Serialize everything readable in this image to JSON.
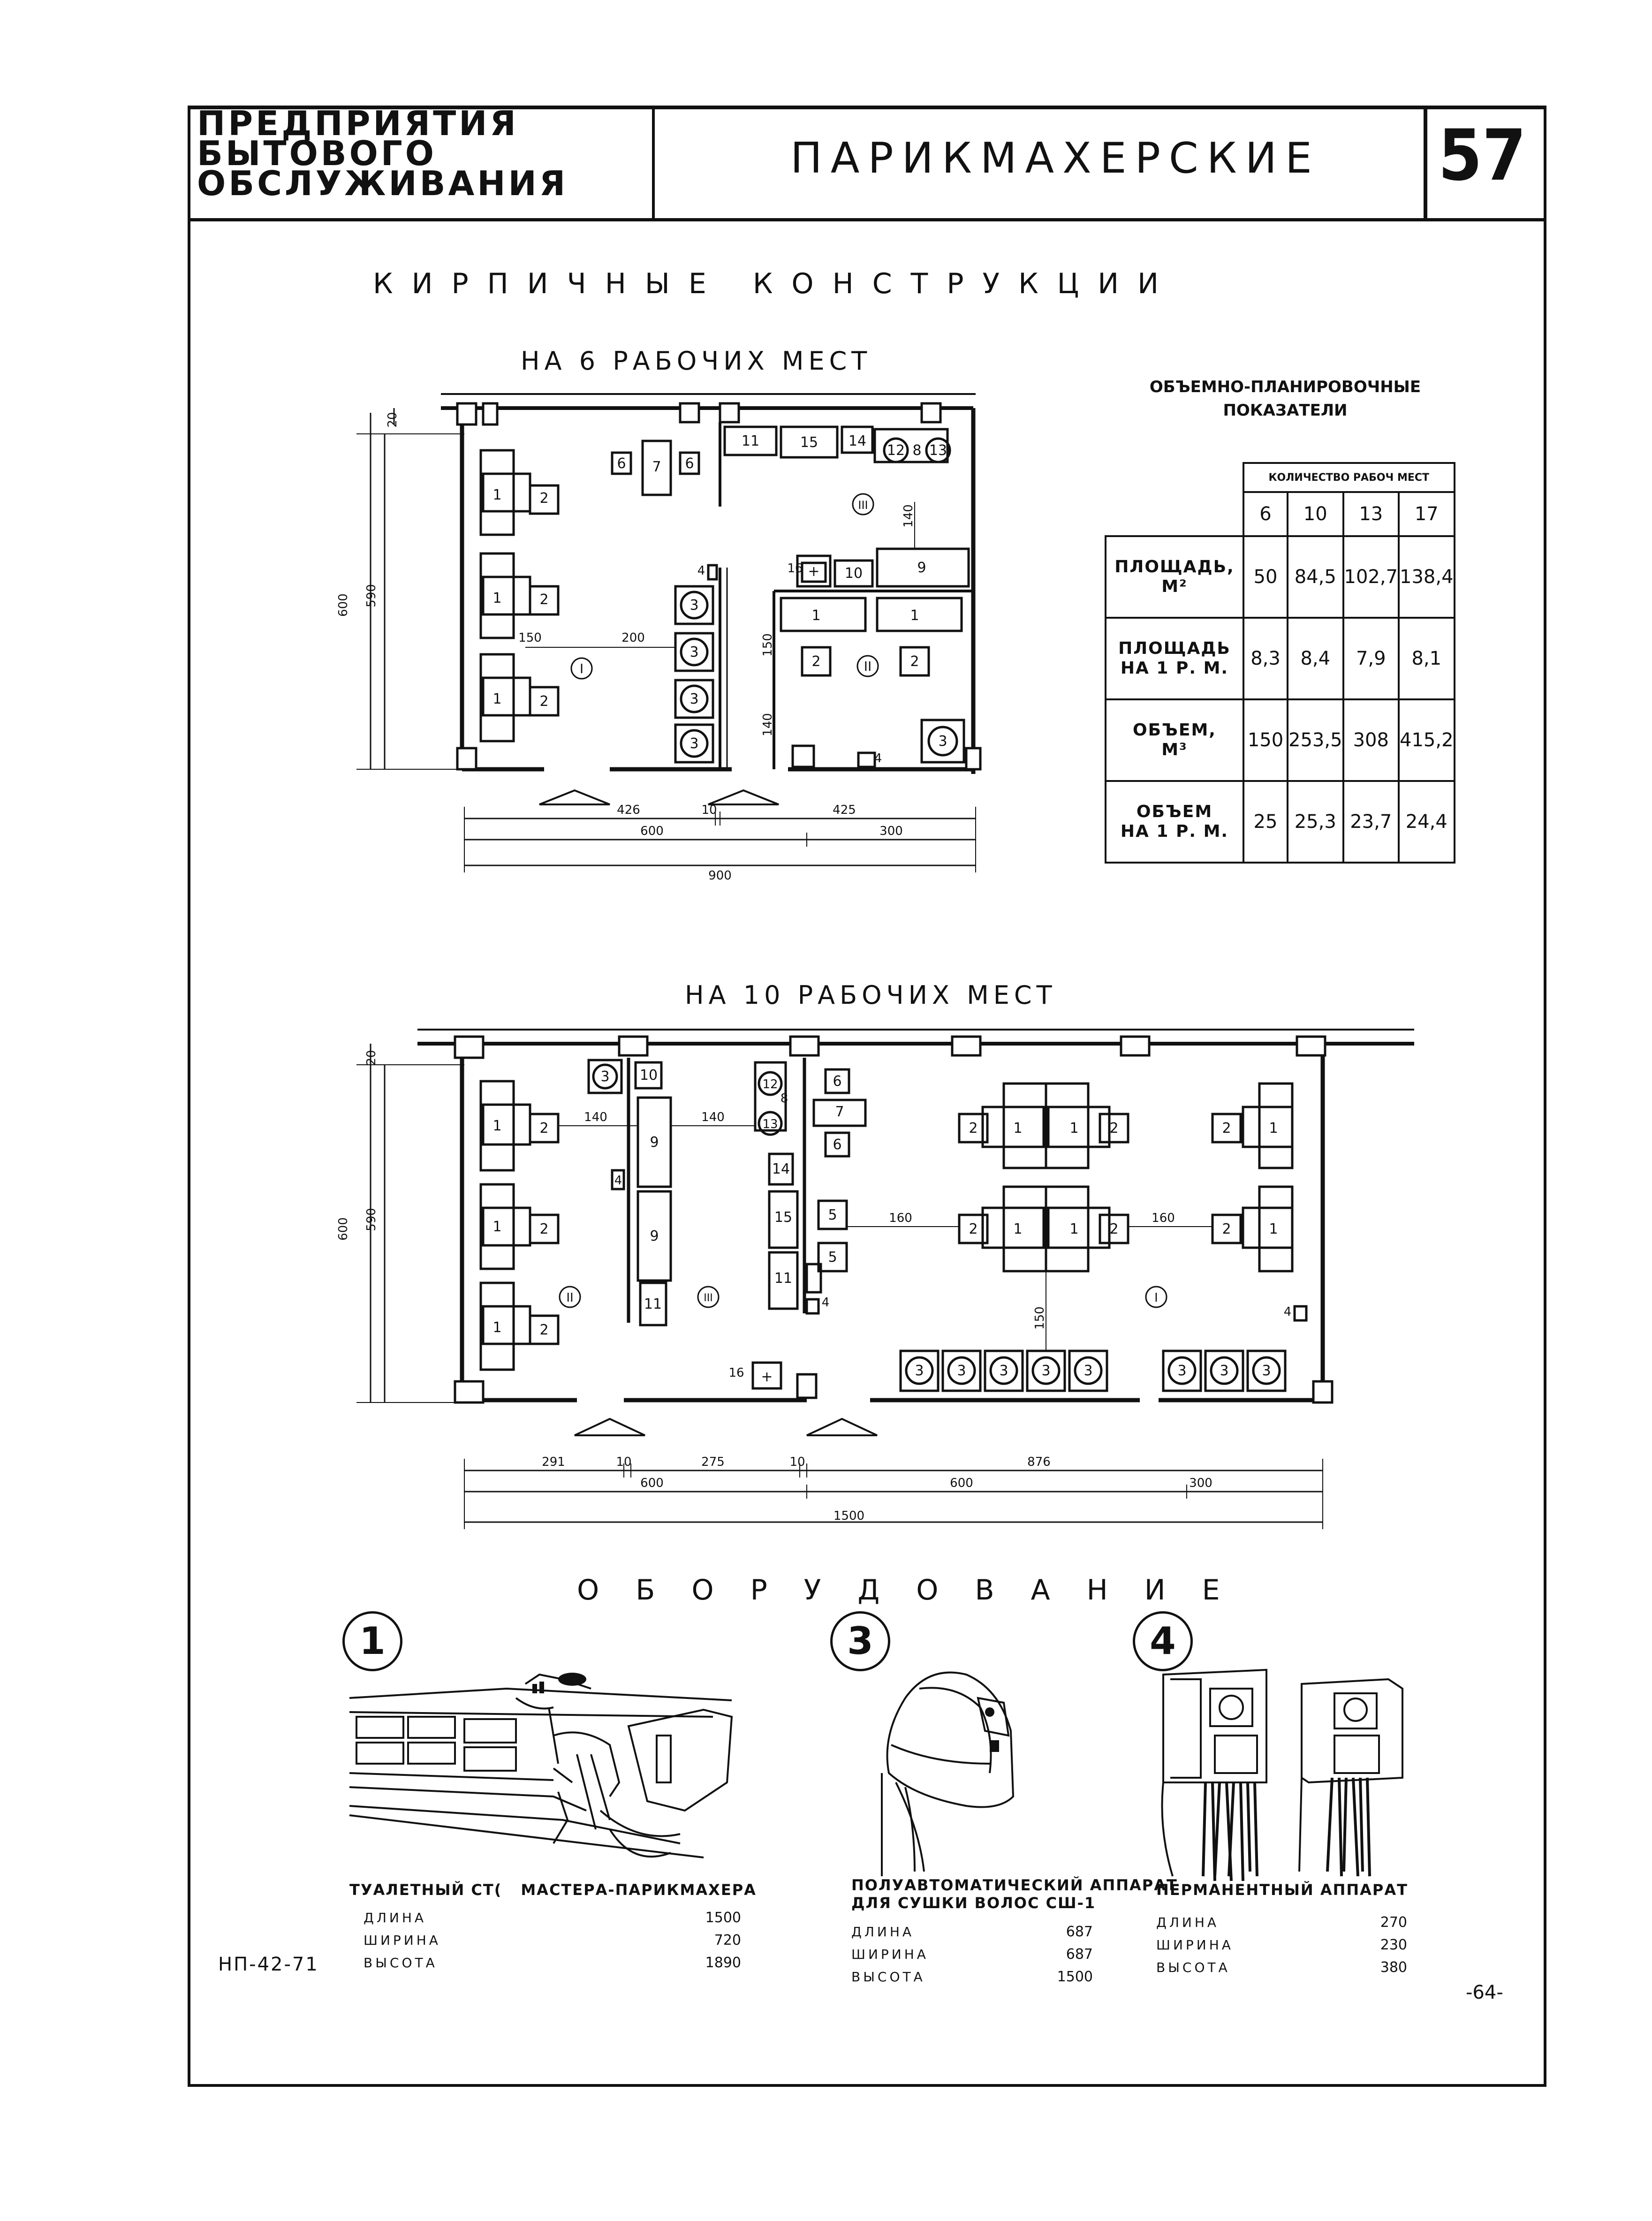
{
  "header": {
    "series_line1": "ПРЕДПРИЯТИЯ",
    "series_line2": "БЫТОВОГО",
    "series_line3": "ОБСЛУЖИВАНИЯ",
    "title": "ПАРИКМАХЕРСКИЕ",
    "sheet_number": "57"
  },
  "section_title": "КИРПИЧНЫЕ КОНСТРУКЦИИ",
  "plan6": {
    "title": "НА 6 РАБОЧИХ МЕСТ",
    "dim_left_outer": "600",
    "dim_left_inner": "590",
    "dim_top": "20",
    "dim_150": "150",
    "dim_200": "200",
    "dim_140a": "140",
    "dim_150b": "150",
    "dim_140b": "140",
    "dim_426": "426",
    "dim_10": "10",
    "dim_425": "425",
    "dim_600": "600",
    "dim_300": "300",
    "dim_900": "900"
  },
  "indicators": {
    "title_line1": "ОБЪЕМНО-ПЛАНИРОВОЧНЫЕ",
    "title_line2": "ПОКАЗАТЕЛИ",
    "column_header": "КОЛИЧЕСТВО РАБОЧ МЕСТ",
    "columns": [
      "6",
      "10",
      "13",
      "17"
    ],
    "rows": [
      {
        "label_line1": "ПЛОЩАДЬ,",
        "label_line2": "М²",
        "values": [
          "50",
          "84,5",
          "102,7",
          "138,4"
        ]
      },
      {
        "label_line1": "ПЛОЩАДЬ",
        "label_line2": "НА 1 Р. М.",
        "values": [
          "8,3",
          "8,4",
          "7,9",
          "8,1"
        ]
      },
      {
        "label_line1": "ОБЪЕМ,",
        "label_line2": "М³",
        "values": [
          "150",
          "253,5",
          "308",
          "415,2"
        ]
      },
      {
        "label_line1": "ОБЪЕМ",
        "label_line2": "НА 1 Р. М.",
        "values": [
          "25",
          "25,3",
          "23,7",
          "24,4"
        ]
      }
    ]
  },
  "plan10": {
    "title": "НА 10 РАБОЧИХ МЕСТ",
    "dim_left_outer": "600",
    "dim_left_inner": "590",
    "dim_top": "20",
    "dim_140a": "140",
    "dim_140b": "140",
    "dim_160a": "160",
    "dim_160b": "160",
    "dim_150": "150",
    "dim_291": "291",
    "dim_10a": "10",
    "dim_275": "275",
    "dim_10b": "10",
    "dim_876": "876",
    "dim_600a": "600",
    "dim_600b": "600",
    "dim_300": "300",
    "dim_1500": "1500"
  },
  "equipment": {
    "title": "ОБОРУДОВАНИЕ",
    "items": [
      {
        "number": "1",
        "caption_part1": "ТУАЛЕТНЫЙ СТ(",
        "caption_part2": "МАСТЕРА-ПАРИКМАХЕРА",
        "caption_line2": "",
        "length_label": "ДЛИНА",
        "length": "1500",
        "width_label": "ШИРИНА",
        "width": "720",
        "height_label": "ВЫСОТА",
        "height": "1890"
      },
      {
        "number": "3",
        "caption_part1": "ПОЛУАВТОМАТИЧЕСКИЙ АППАРАТ",
        "caption_part2": "",
        "caption_line2": "ДЛЯ СУШКИ ВОЛОС СШ-1",
        "length_label": "ДЛИНА",
        "length": "687",
        "width_label": "ШИРИНА",
        "width": "687",
        "height_label": "ВЫСОТА",
        "height": "1500"
      },
      {
        "number": "4",
        "caption_part1": "ПЕРМАНЕНТНЫЙ АППАРАТ",
        "caption_part2": "",
        "caption_line2": "",
        "length_label": "ДЛИНА",
        "length": "270",
        "width_label": "ШИРИНА",
        "width": "230",
        "height_label": "ВЫСОТА",
        "height": "380"
      }
    ]
  },
  "footer": {
    "code": "НП-42-71",
    "page": "-64-"
  }
}
